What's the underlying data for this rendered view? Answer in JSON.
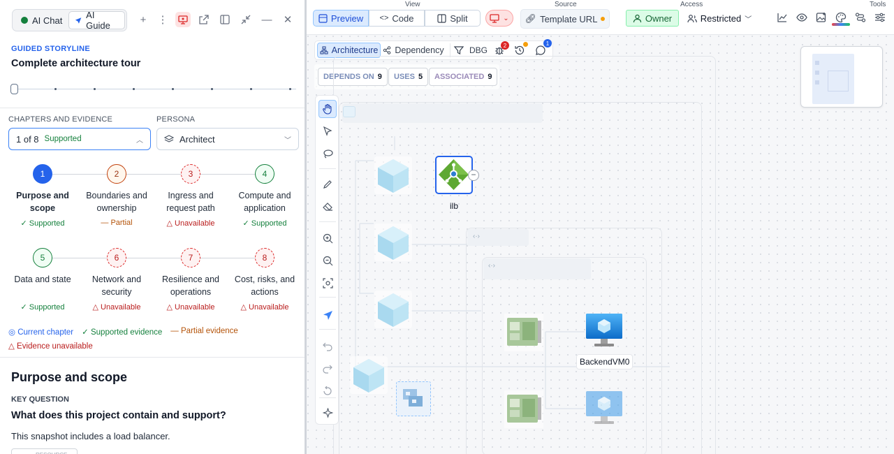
{
  "left": {
    "tabs": [
      {
        "label": "AI Chat"
      },
      {
        "label": "AI Guide"
      }
    ],
    "storyline_label": "GUIDED STORYLINE",
    "storyline_title": "Complete architecture tour",
    "chapters_label": "CHAPTERS AND EVIDENCE",
    "persona_label": "PERSONA",
    "chapter_select": {
      "value": "1 of 8",
      "status": "Supported"
    },
    "persona_select": {
      "value": "Architect"
    },
    "chapters": [
      {
        "num": "1",
        "title_l1": "Purpose and",
        "title_l2": "scope",
        "status": "Supported"
      },
      {
        "num": "2",
        "title_l1": "Boundaries and",
        "title_l2": "ownership",
        "status": "Partial"
      },
      {
        "num": "3",
        "title_l1": "Ingress and",
        "title_l2": "request path",
        "status": "Unavailable"
      },
      {
        "num": "4",
        "title_l1": "Compute and",
        "title_l2": "application",
        "status": "Supported"
      },
      {
        "num": "5",
        "title_l1": "Data and state",
        "title_l2": "",
        "status": "Supported"
      },
      {
        "num": "6",
        "title_l1": "Network and",
        "title_l2": "security",
        "status": "Unavailable"
      },
      {
        "num": "7",
        "title_l1": "Resilience and",
        "title_l2": "operations",
        "status": "Unavailable"
      },
      {
        "num": "8",
        "title_l1": "Cost, risks, and",
        "title_l2": "actions",
        "status": "Unavailable"
      }
    ],
    "legend": {
      "current": "Current chapter",
      "supported": "Supported evidence",
      "partial": "Partial evidence",
      "unavailable": "Evidence unavailable"
    },
    "section_title": "Purpose and scope",
    "key_question_label": "KEY QUESTION",
    "key_question": "What does this project contain and support?",
    "body": "This snapshot includes a load balancer.",
    "resource_tag": "RESOURCE"
  },
  "right": {
    "group_labels": {
      "view": "View",
      "source": "Source",
      "access": "Access",
      "tools": "Tools"
    },
    "view_buttons": [
      {
        "label": "Preview"
      },
      {
        "label": "Code"
      },
      {
        "label": "Split"
      }
    ],
    "source_button": "Template URL",
    "owner_button": "Owner",
    "access_button": "Restricted",
    "mode_tabs": [
      {
        "label": "Architecture"
      },
      {
        "label": "Dependency"
      }
    ],
    "dbg_label": "DBG",
    "badges": {
      "bugs": "2",
      "comments": "1"
    },
    "relation_pills": [
      {
        "label": "DEPENDS ON",
        "count": "9"
      },
      {
        "label": "USES",
        "count": "5"
      },
      {
        "label": "ASSOCIATED",
        "count": "9"
      }
    ],
    "nodes": {
      "ilb": "ilb",
      "vm0": "BackendVM0"
    }
  },
  "colors": {
    "accent": "#2563eb",
    "supported": "#15803d",
    "partial": "#b45309",
    "unavailable": "#b91c1c"
  }
}
